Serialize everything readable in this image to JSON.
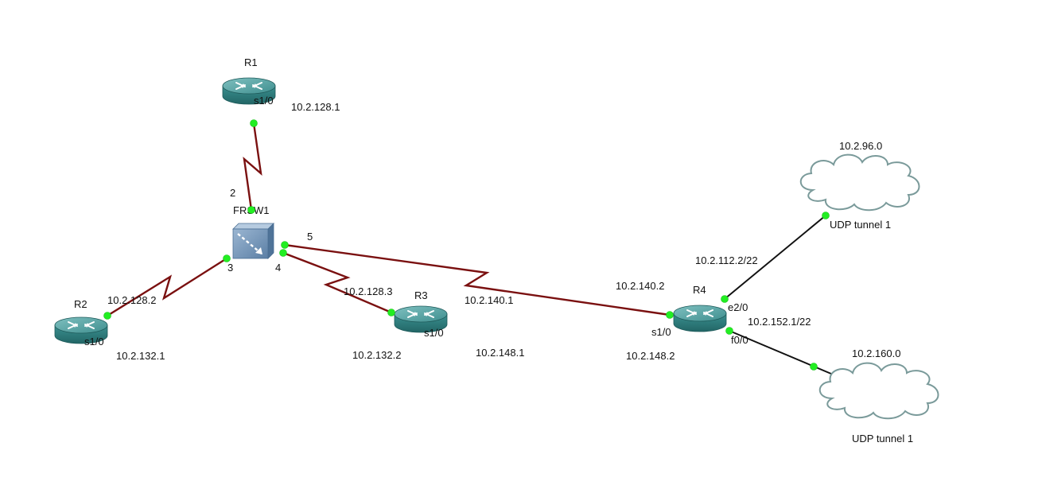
{
  "colors": {
    "serial_link": "#7a1010",
    "ethernet_link": "#111111",
    "port_indicator": "#22ee22",
    "router_body": "#2f8585",
    "router_top": "#5aa8a8",
    "switch_body": "#6a8fb3",
    "cloud_outline": "#7a9a9a"
  },
  "devices": {
    "r1": {
      "label": "R1",
      "icon": "router-icon",
      "port": "s1/0",
      "ip": "10.2.128.1"
    },
    "r2": {
      "label": "R2",
      "icon": "router-icon",
      "port": "s1/0",
      "ip_top": "10.2.128.2",
      "ip_bottom": "10.2.132.1"
    },
    "r3": {
      "label": "R3",
      "icon": "router-icon",
      "port": "s1/0",
      "ip_top": "10.2.128.3",
      "ip_bottom": "10.2.132.2"
    },
    "r4": {
      "label": "R4",
      "icon": "router-icon",
      "port_serial": "s1/0",
      "port_e": "e2/0",
      "port_f": "f0/0",
      "ip_serial_top": "10.2.140.2",
      "ip_serial_bottom": "10.2.148.2",
      "ip_e": "10.2.112.2/22",
      "ip_f": "10.2.152.1/22"
    },
    "frsw1": {
      "label": "FRSW1",
      "icon": "frame-relay-switch-icon",
      "port_1": "2",
      "port_2": "3",
      "port_3": "4",
      "port_4": "5"
    }
  },
  "link_labels": {
    "frsw_r4_top": "10.2.140.1",
    "frsw_r4_bottom": "10.2.148.1"
  },
  "clouds": {
    "top": {
      "icon": "cloud-icon",
      "network": "10.2.96.0",
      "label": "UDP tunnel 1"
    },
    "bottom": {
      "icon": "cloud-icon",
      "network": "10.2.160.0",
      "label": "UDP tunnel 1"
    }
  }
}
